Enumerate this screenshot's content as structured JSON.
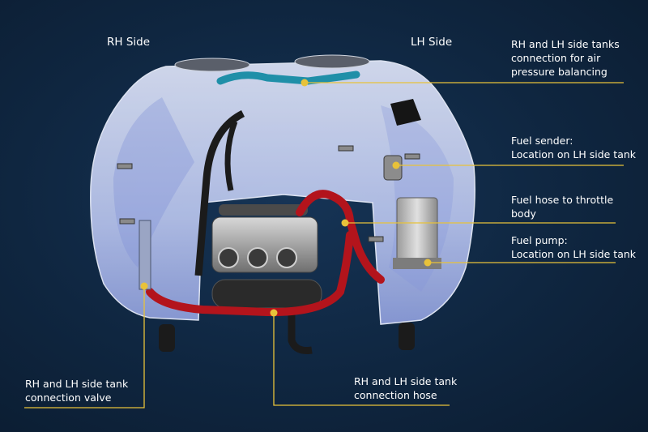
{
  "side_labels": {
    "rh": "RH Side",
    "lh": "LH Side"
  },
  "callouts": [
    {
      "id": "air-balance",
      "lines": [
        "RH and LH side tanks",
        "connection for air",
        "pressure balancing"
      ]
    },
    {
      "id": "fuel-sender",
      "lines": [
        "Fuel sender:",
        "Location on LH side  tank"
      ]
    },
    {
      "id": "fuel-hose",
      "lines": [
        "Fuel hose to throttle",
        "body"
      ]
    },
    {
      "id": "fuel-pump",
      "lines": [
        "Fuel pump:",
        "Location on LH side  tank"
      ]
    },
    {
      "id": "tank-valve",
      "lines": [
        "RH and LH side tank",
        "connection valve"
      ]
    },
    {
      "id": "tank-hose",
      "lines": [
        "RH and LH side tank",
        "connection hose"
      ]
    }
  ],
  "colors": {
    "background": "#0f2640",
    "tank": "#c9d3f2",
    "fuel_hose": "#b3141c",
    "balance_pipe": "#1f8fa8",
    "callout_line": "#e8c23a"
  }
}
